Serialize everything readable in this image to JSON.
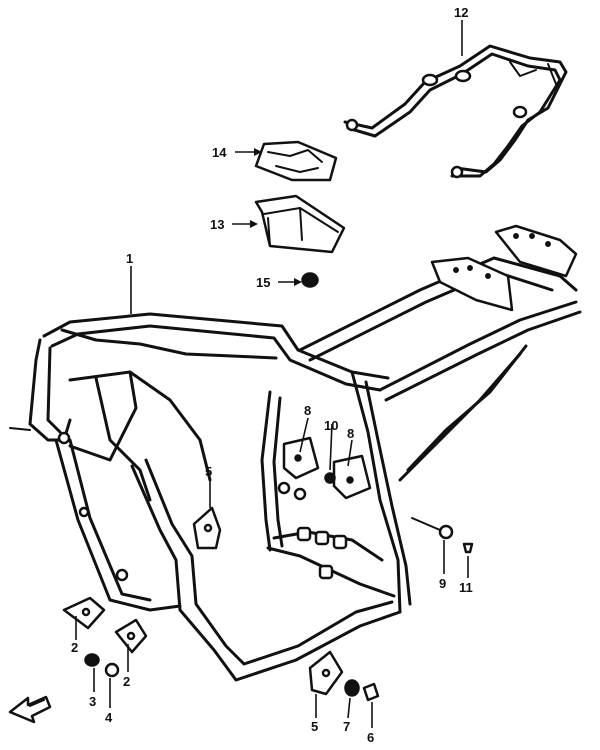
{
  "callouts": {
    "c1": "1",
    "c2a": "2",
    "c2b": "2",
    "c3": "3",
    "c4": "4",
    "c5a": "5",
    "c5b": "5",
    "c6": "6",
    "c7": "7",
    "c8a": "8",
    "c8b": "8",
    "c9": "9",
    "c10": "10",
    "c11": "11",
    "c12": "12",
    "c13": "13",
    "c14": "14",
    "c15": "15"
  },
  "icons": {
    "front_arrow": "front-direction-arrow-icon"
  },
  "colors": {
    "ink": "#111111",
    "paper": "#ffffff"
  }
}
